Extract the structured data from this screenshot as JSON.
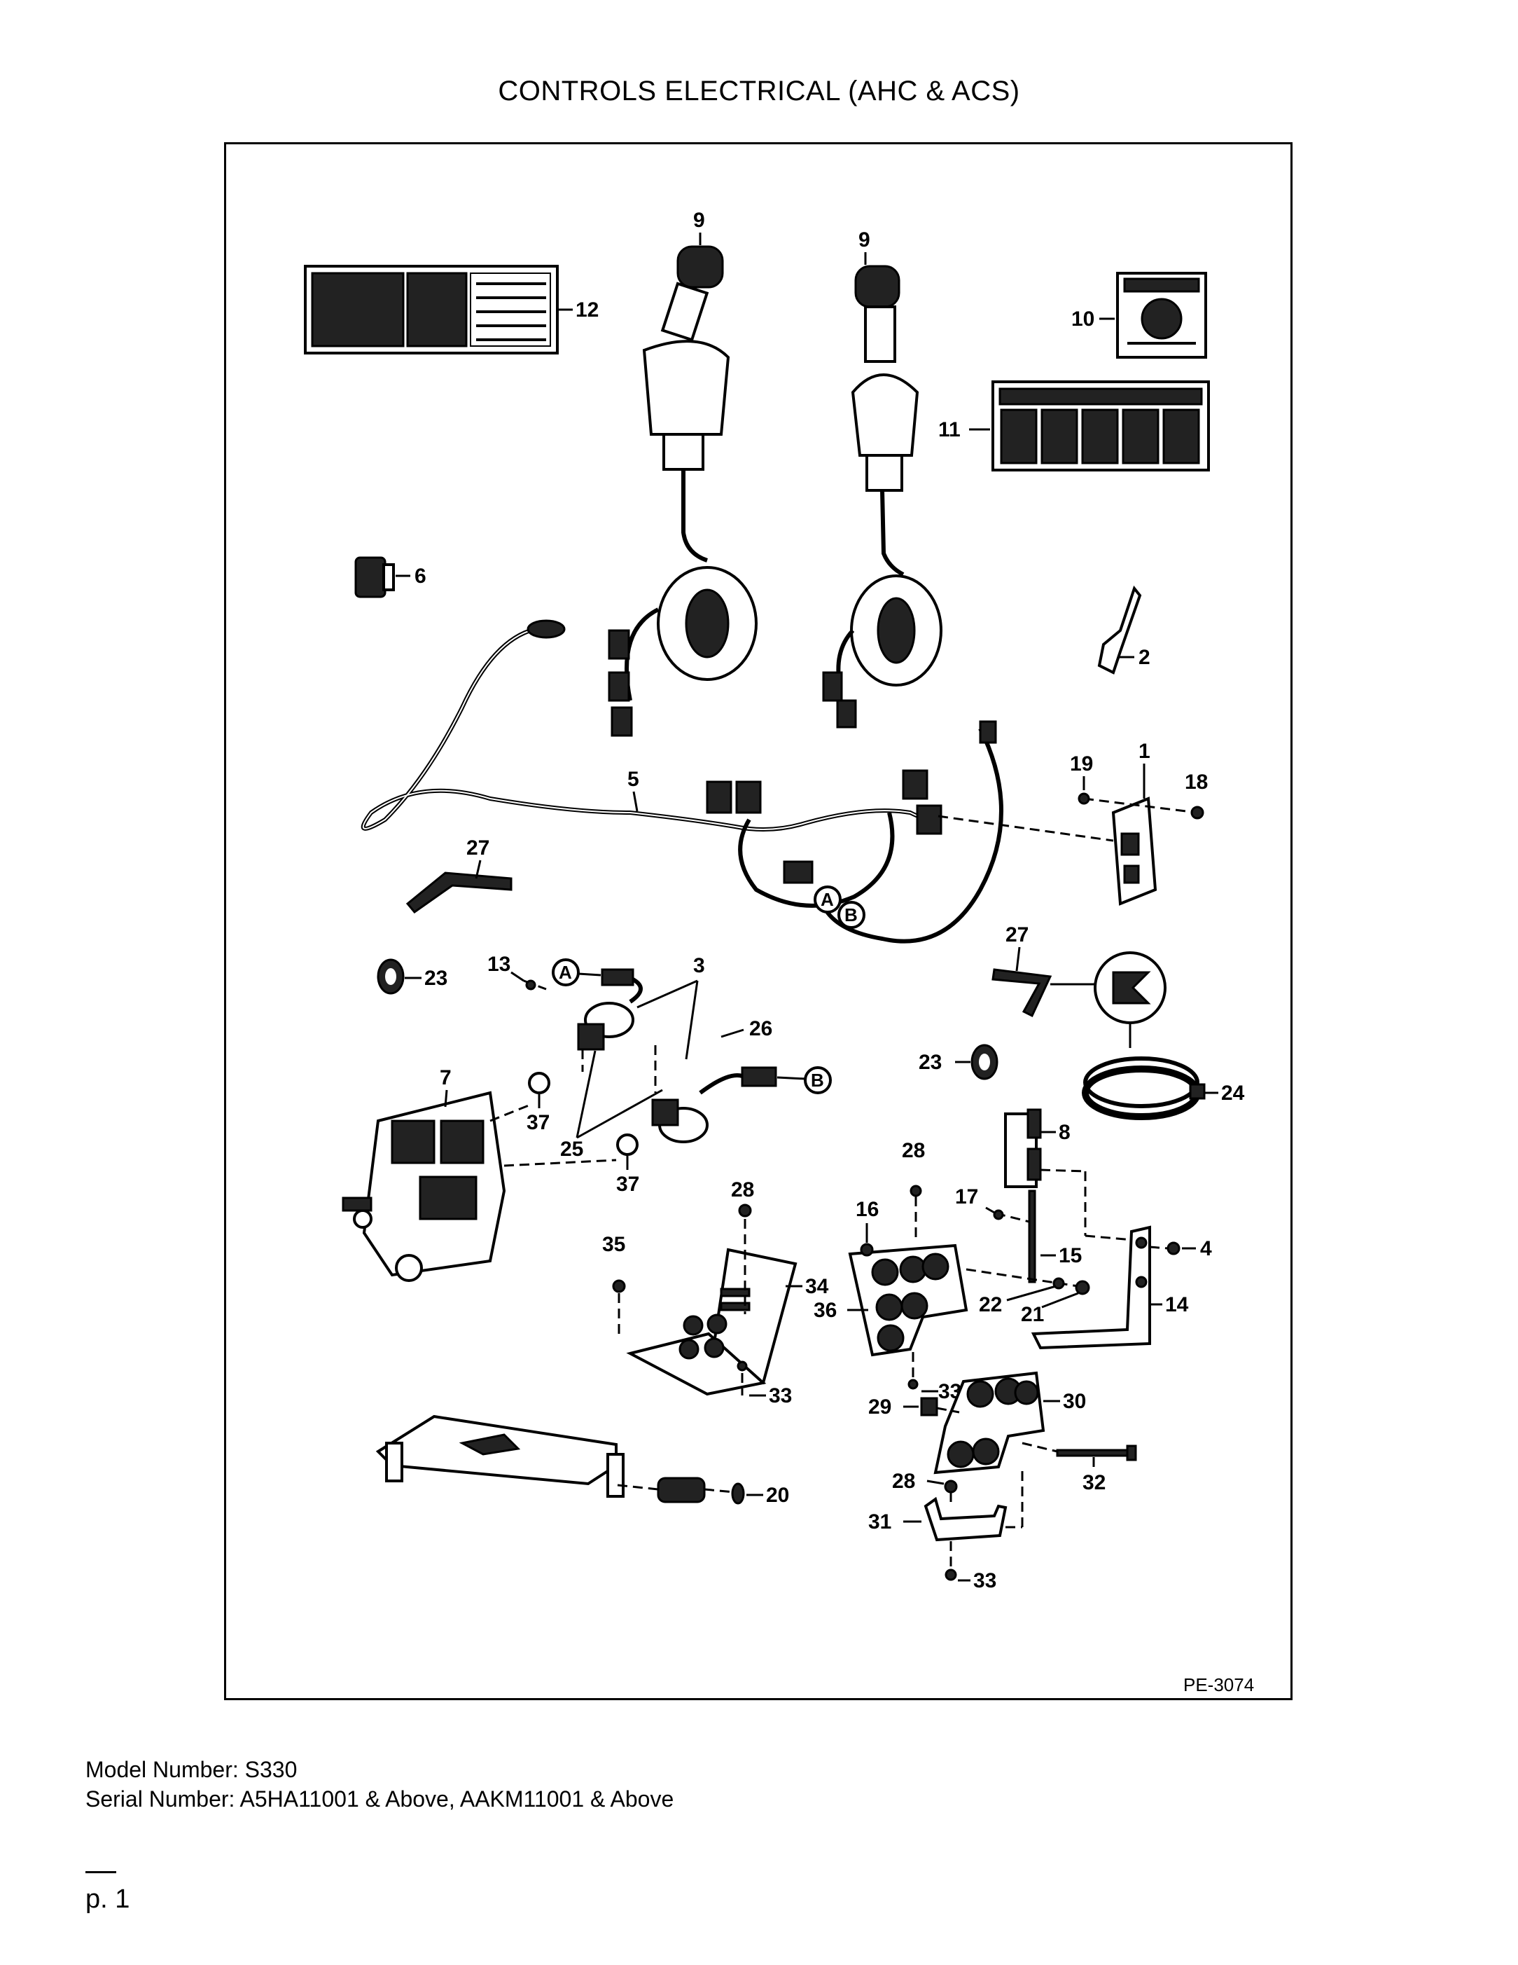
{
  "title": "CONTROLS ELECTRICAL (AHC & ACS)",
  "drawing_code": "PE-3074",
  "model_line": "Model Number: S330",
  "serial_line": "Serial Number: A5HA11001 & Above, AAKM11001 & Above",
  "page_label": "p. 1",
  "callouts": {
    "c1": "1",
    "c2": "2",
    "c3": "3",
    "c4": "4",
    "c5": "5",
    "c6": "6",
    "c7": "7",
    "c8": "8",
    "c9a": "9",
    "c9b": "9",
    "c10": "10",
    "c11": "11",
    "c12": "12",
    "c13": "13",
    "c14": "14",
    "c15": "15",
    "c16": "16",
    "c17": "17",
    "c18": "18",
    "c19": "19",
    "c20": "20",
    "c21": "21",
    "c22": "22",
    "c23a": "23",
    "c23b": "23",
    "c24": "24",
    "c25": "25",
    "c26": "26",
    "c27a": "27",
    "c27b": "27",
    "c28a": "28",
    "c28b": "28",
    "c28c": "28",
    "c29": "29",
    "c30": "30",
    "c31": "31",
    "c32": "32",
    "c33a": "33",
    "c33b": "33",
    "c33c": "33",
    "c34": "34",
    "c35": "35",
    "c36": "36",
    "c37a": "37",
    "c37b": "37"
  },
  "connector_markers": {
    "a1": "A",
    "b1": "B",
    "a2": "A",
    "b2": "B"
  }
}
